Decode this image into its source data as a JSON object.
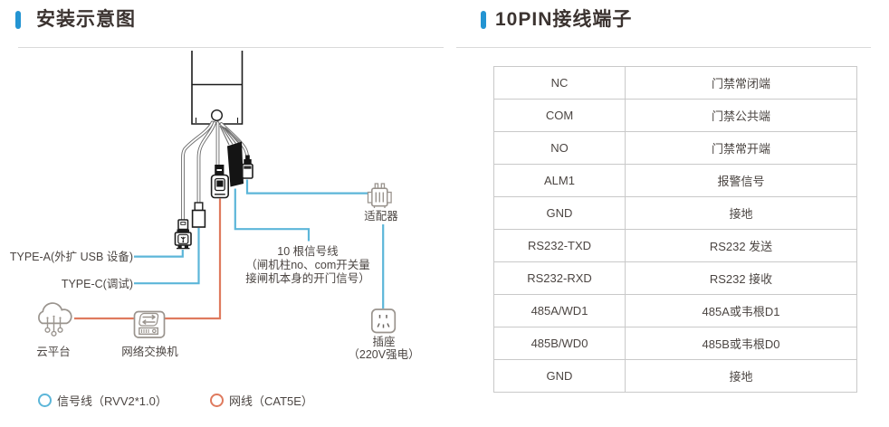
{
  "left": {
    "title": "安装示意图",
    "labels": {
      "type_a": "TYPE-A(外扩 USB 设备)",
      "type_c": "TYPE-C(调试)",
      "signal_line1": "10 根信号线",
      "signal_line2": "（闸机柱no、com开关量",
      "signal_line3": "接闸机本身的开门信号）",
      "adapter": "适配器",
      "socket": "插座",
      "socket_sub": "（220V强电）",
      "cloud": "云平台",
      "switch": "网络交换机"
    },
    "legend": [
      {
        "icon": "blue-ring-icon",
        "label": "信号线（RVV2*1.0）",
        "color": "#5cb6d9"
      },
      {
        "icon": "orange-ring-icon",
        "label": "网线（CAT5E）",
        "color": "#df7a5e"
      }
    ]
  },
  "right": {
    "title": "10PIN接线端子",
    "table": {
      "rows": [
        [
          "NC",
          "门禁常闭端"
        ],
        [
          "COM",
          "门禁公共端"
        ],
        [
          "NO",
          "门禁常开端"
        ],
        [
          "ALM1",
          "报警信号"
        ],
        [
          "GND",
          "接地"
        ],
        [
          "RS232-TXD",
          "RS232 发送"
        ],
        [
          "RS232-RXD",
          "RS232 接收"
        ],
        [
          "485A/WD1",
          "485A或韦根D1"
        ],
        [
          "485B/WD0",
          "485B或韦根D0"
        ],
        [
          "GND",
          "接地"
        ]
      ]
    }
  },
  "colors": {
    "accent_blue": "#2394d2",
    "signal_blue": "#5cb6d9",
    "network_orange": "#df7a5e",
    "icon_gray": "#9a948e"
  }
}
